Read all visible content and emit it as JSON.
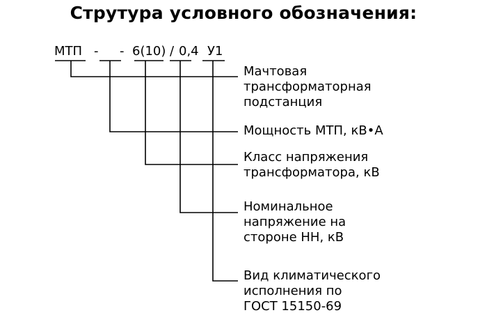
{
  "title": "Струтура условного обозначения:",
  "code": {
    "mtp": "МТП",
    "dash1": "-",
    "dash2": "-",
    "voltage": "6(10)",
    "slash": "/",
    "low_voltage": "0,4",
    "climate": "У1"
  },
  "descriptions": [
    {
      "lines": [
        "Мачтовая",
        "трансформаторная",
        "подстанция"
      ]
    },
    {
      "lines": [
        "Мощность МТП, кВ•А"
      ]
    },
    {
      "lines": [
        "Класс напряжения",
        "трансформатора, кВ"
      ]
    },
    {
      "lines": [
        "Номинальное",
        "напряжение на",
        "стороне НН, кВ"
      ]
    },
    {
      "lines": [
        "Вид климатического",
        "исполнения по",
        "ГОСТ 15150-69"
      ]
    }
  ]
}
